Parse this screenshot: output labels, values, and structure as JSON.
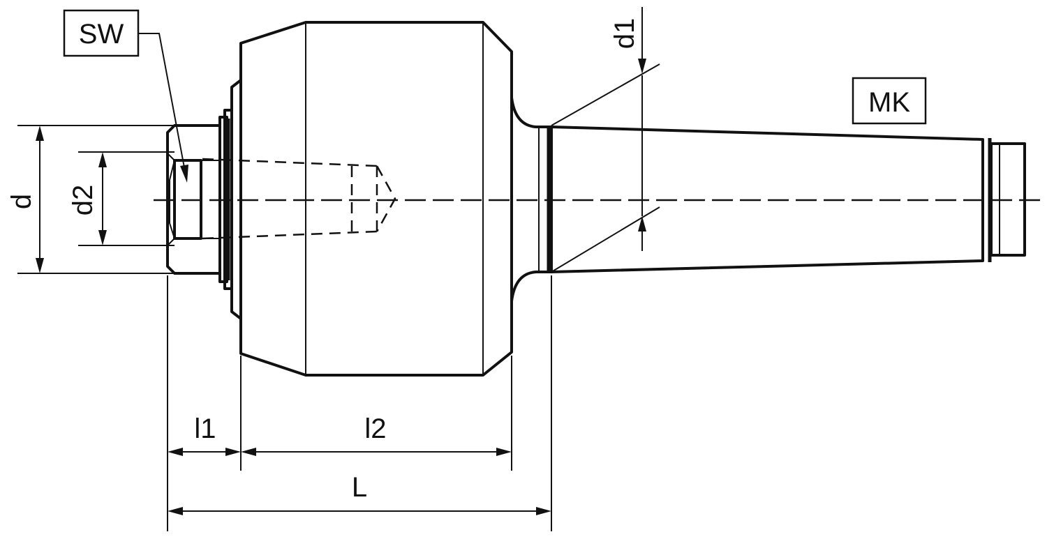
{
  "labels": {
    "sw": "SW",
    "mk": "MK",
    "d": "d",
    "d1": "d1",
    "d2": "d2",
    "l1": "l1",
    "l2": "l2",
    "L": "L"
  }
}
